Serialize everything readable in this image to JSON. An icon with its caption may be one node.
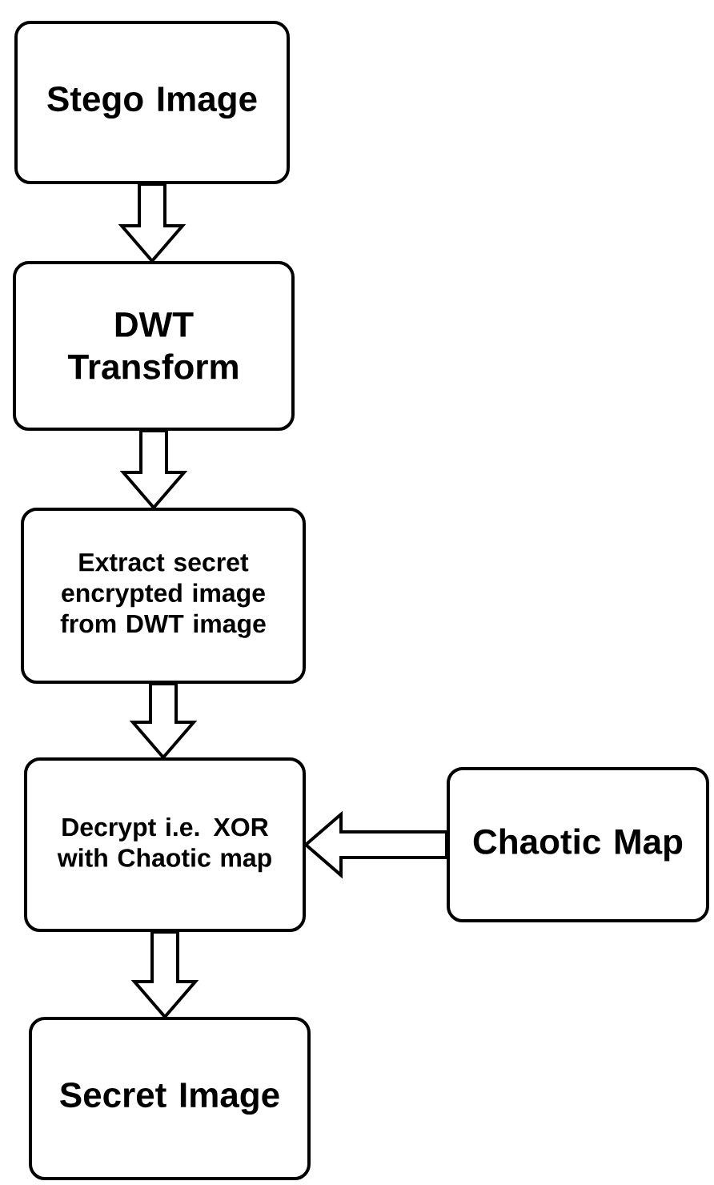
{
  "diagram": {
    "nodes": [
      {
        "text": [
          "Stego Image"
        ]
      },
      {
        "text": [
          "DWT Transform"
        ]
      },
      {
        "text": [
          "Extract secret encrypted image from DWT image"
        ]
      },
      {
        "text": [
          "Decrypt i.e. XOR with Chaotic map"
        ]
      },
      {
        "text": [
          "Chaotic Map"
        ]
      },
      {
        "text": [
          "Secret Image"
        ]
      }
    ],
    "edges": [
      {
        "from": 0,
        "to": 1,
        "arrow": "to"
      },
      {
        "from": 1,
        "to": 2,
        "arrow": "to"
      },
      {
        "from": 2,
        "to": 3,
        "arrow": "to"
      },
      {
        "from": 4,
        "to": 3,
        "arrow": "to"
      },
      {
        "from": 3,
        "to": 5,
        "arrow": "to"
      }
    ]
  }
}
